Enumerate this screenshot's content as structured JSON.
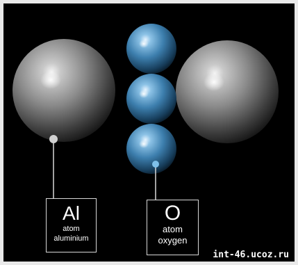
{
  "aluminium_label": {
    "symbol": "Al",
    "line1": "atom",
    "line2": "aluminium"
  },
  "oxygen_label": {
    "symbol": "O",
    "line1": "atom",
    "line2": "oxygen"
  },
  "watermark": "int-46.ucoz.ru",
  "colors": {
    "background": "#000000",
    "aluminium_sphere": "#8a8a8a",
    "oxygen_sphere": "#3d7fae",
    "label_border": "#d8d8d8",
    "page_frame": "#e9e9e9"
  }
}
